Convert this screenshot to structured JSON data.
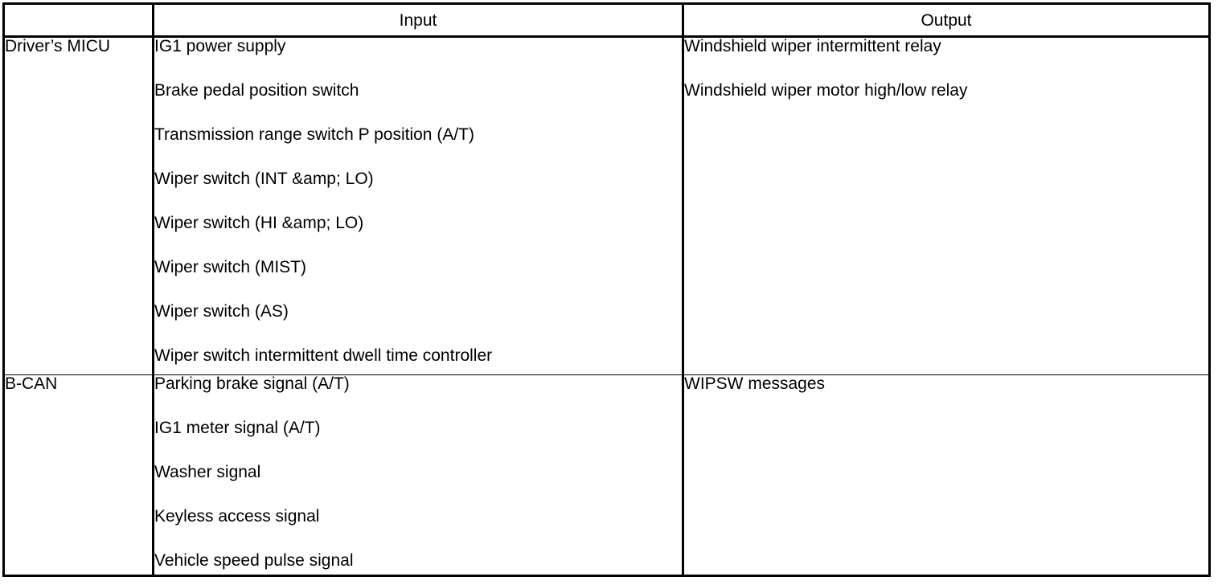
{
  "table": {
    "columns": [
      {
        "key": "ecu",
        "header": ""
      },
      {
        "key": "input",
        "header": "Input"
      },
      {
        "key": "output",
        "header": "Output"
      }
    ],
    "rows": [
      {
        "ecu": "Driver’s MICU",
        "input": [
          "IG1 power supply",
          "Brake pedal position switch",
          "Transmission range switch P position (A/T)",
          "Wiper switch (INT &amp; LO)",
          "Wiper switch (HI &amp; LO)",
          "Wiper switch (MIST)",
          "Wiper switch (AS)",
          "Wiper switch intermittent dwell time controller"
        ],
        "output": [
          "Windshield wiper intermittent relay",
          "Windshield wiper motor high/low relay"
        ]
      },
      {
        "ecu": "B-CAN",
        "input": [
          "Parking brake signal (A/T)",
          "IG1 meter signal (A/T)",
          "Washer signal",
          "Keyless access signal",
          "Vehicle speed pulse signal"
        ],
        "output": [
          "WIPSW messages"
        ]
      }
    ]
  },
  "colors": {
    "border": "#000000",
    "text": "#000000",
    "background": "#ffffff"
  }
}
